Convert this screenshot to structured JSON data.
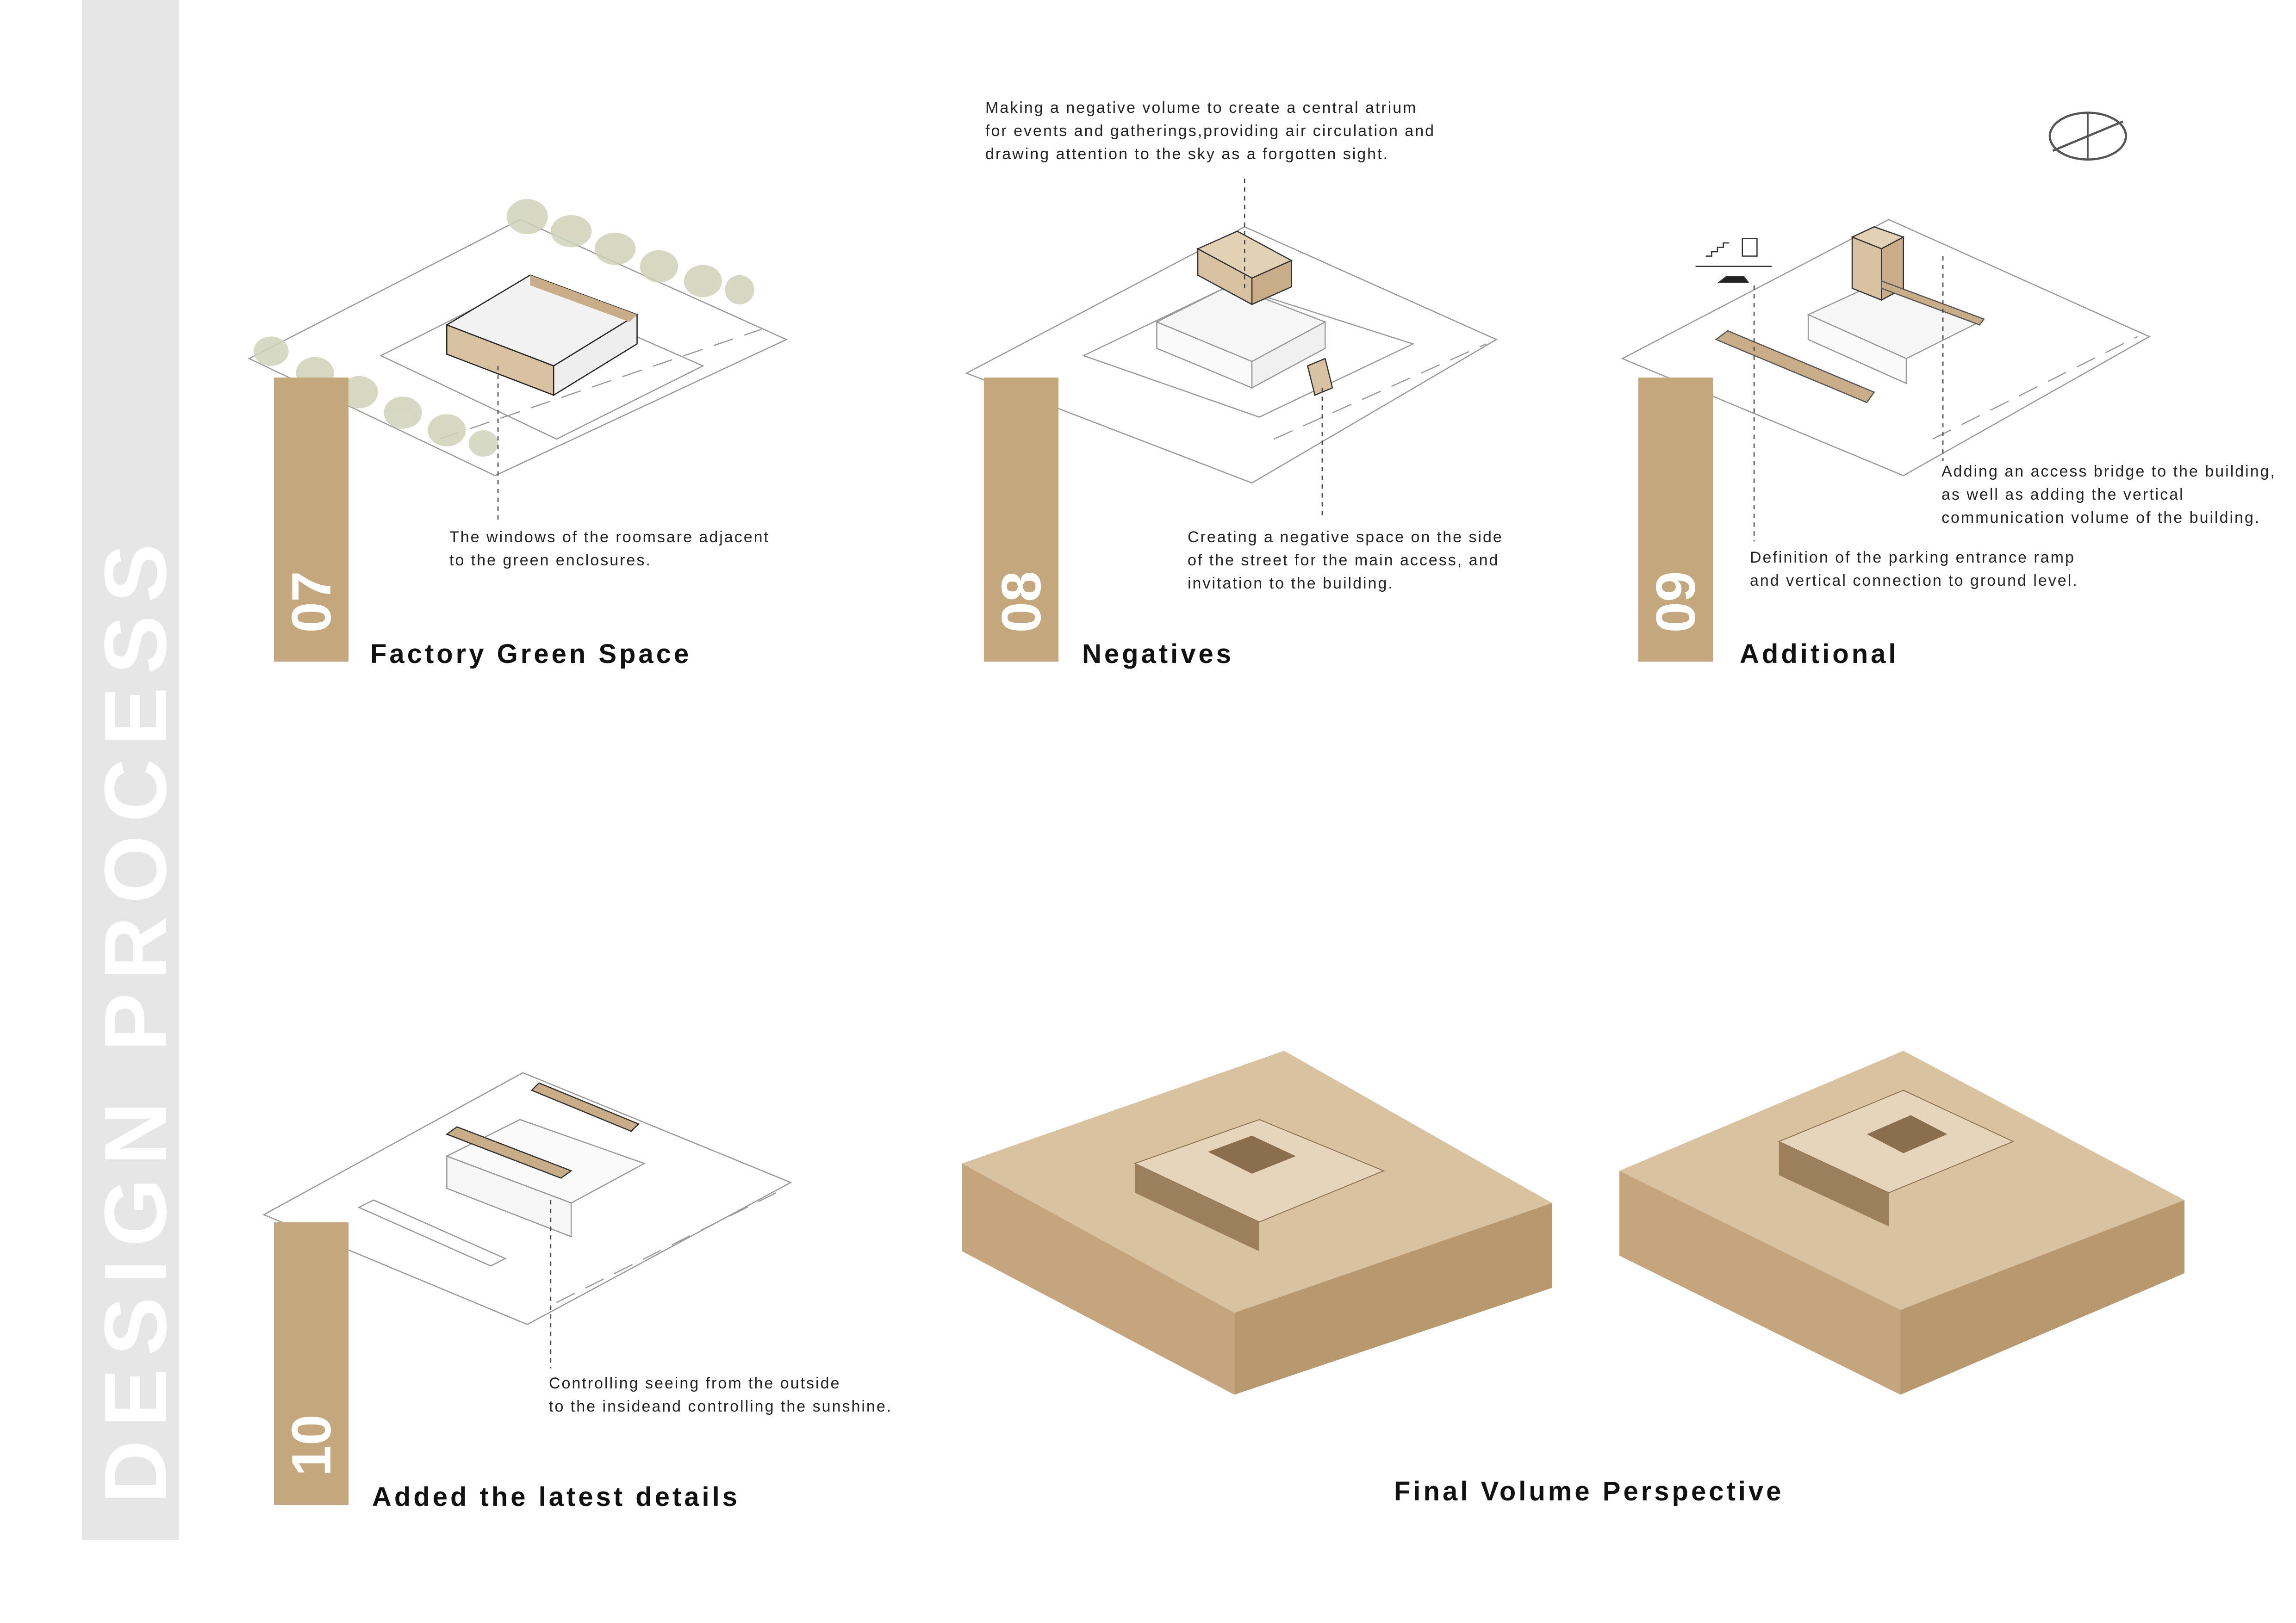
{
  "sidebar": {
    "title": "DESIGN PROCESS"
  },
  "colors": {
    "accent": "#c4a77d",
    "sidebar": "#e6e6e6",
    "wood": "#c9ad88"
  },
  "steps": [
    {
      "number": "07",
      "title": "Factory Green Space",
      "captions": [
        "The windows of the roomsare adjacent\nto the green enclosures."
      ]
    },
    {
      "number": "08",
      "title": "Negatives",
      "captions": [
        "Making a negative volume to create a central atrium\nfor events and gatherings,providing air circulation and\ndrawing attention to the sky as a forgotten sight.",
        "Creating a negative space on the side\nof the street for the main access, and\ninvitation to the building."
      ]
    },
    {
      "number": "09",
      "title": "Additional",
      "captions": [
        "Adding an access bridge to the building,\nas well as adding the vertical\ncommunication volume of the building.",
        "Definition of the parking entrance ramp\nand vertical connection to ground level."
      ]
    },
    {
      "number": "10",
      "title": "Added the latest details",
      "captions": [
        "Controlling seeing from the outside\nto the insideand controlling the sunshine."
      ]
    }
  ],
  "final": {
    "title": "Final Volume Perspective"
  },
  "icons": [
    "compass-icon",
    "stairs-icon",
    "elevator-icon",
    "car-icon"
  ]
}
